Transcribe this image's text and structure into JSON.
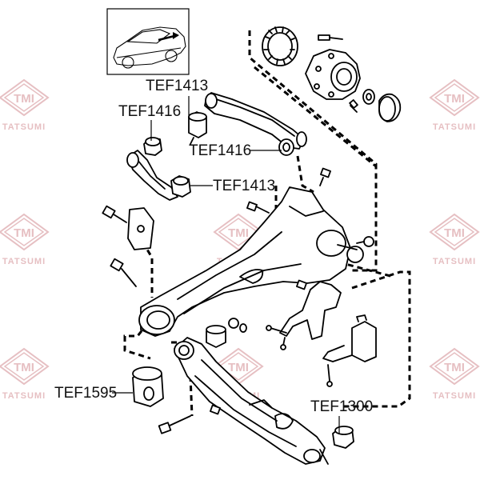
{
  "brand": {
    "logo_text": "TMI",
    "logo_subtext": "TATSUMI",
    "watermark_color": "#e6bfc2"
  },
  "part_labels": {
    "tef1413_top": "TEF1413",
    "tef1416_left": "TEF1416",
    "tef1416_right": "TEF1416",
    "tef1413_mid": "TEF1413",
    "tef1595": "TEF1595",
    "tef1300": "TEF1300"
  },
  "icons": [
    "car-location-inset-icon",
    "wheel-hub-icon",
    "abs-ring-icon",
    "bushing-icon",
    "bolt-icon"
  ]
}
